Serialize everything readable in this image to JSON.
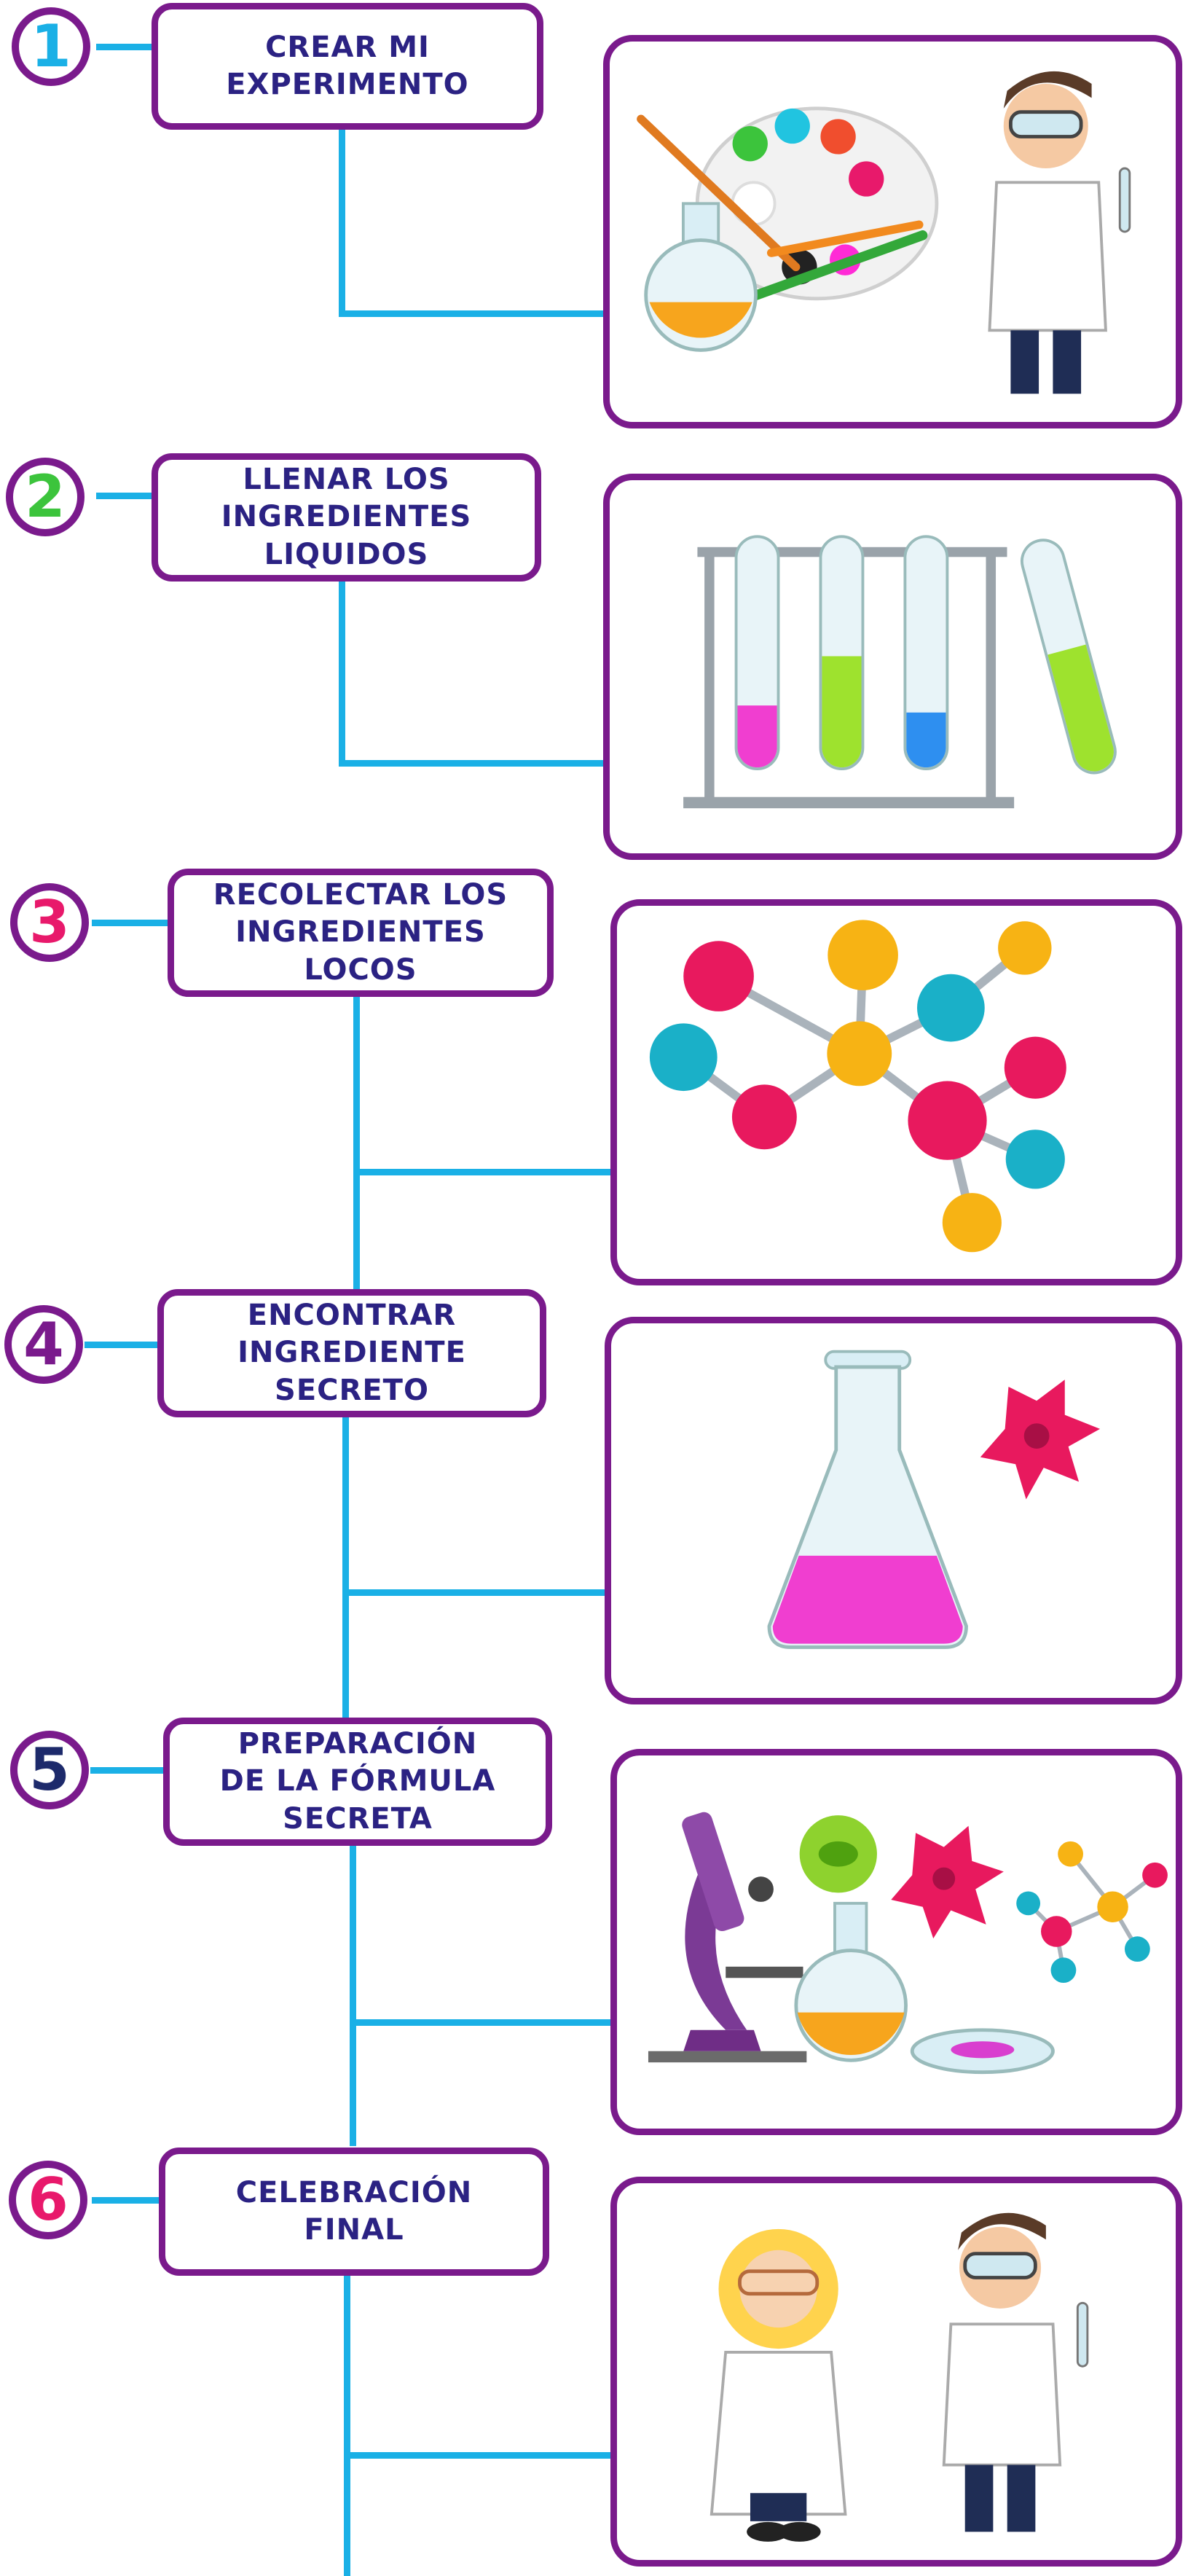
{
  "colors": {
    "border": "#7a1a8c",
    "connector": "#1ab0e6",
    "label_text": "#2b2283"
  },
  "steps": [
    {
      "number": "1",
      "number_color": "#1ab0e6",
      "label": "CREAR MI\nEXPERIMENTO",
      "icons": [
        "paint-palette-icon",
        "flask-icon",
        "scientist-boy-icon"
      ]
    },
    {
      "number": "2",
      "number_color": "#3cc43c",
      "label": "LLENAR LOS\nINGREDIENTES\nLIQUIDOS",
      "icons": [
        "test-tube-rack-icon"
      ]
    },
    {
      "number": "3",
      "number_color": "#e8196b",
      "label": "RECOLECTAR LOS\nINGREDIENTES\nLOCOS",
      "icons": [
        "molecule-icon"
      ]
    },
    {
      "number": "4",
      "number_color": "#7a1a8c",
      "label": "ENCONTRAR\nINGREDIENTE\nSECRETO",
      "icons": [
        "erlenmeyer-flask-icon",
        "germ-icon"
      ]
    },
    {
      "number": "5",
      "number_color": "#1d2a6b",
      "label": "PREPARACIÓN\nDE LA FÓRMULA\nSECRETA",
      "icons": [
        "microscope-icon",
        "virus-icon",
        "flask-icon",
        "petri-dish-icon",
        "molecule-icon"
      ]
    },
    {
      "number": "6",
      "number_color": "#e8196b",
      "label": "CELEBRACIÓN\nFINAL",
      "icons": [
        "scientist-girl-icon",
        "scientist-boy-icon"
      ]
    }
  ]
}
